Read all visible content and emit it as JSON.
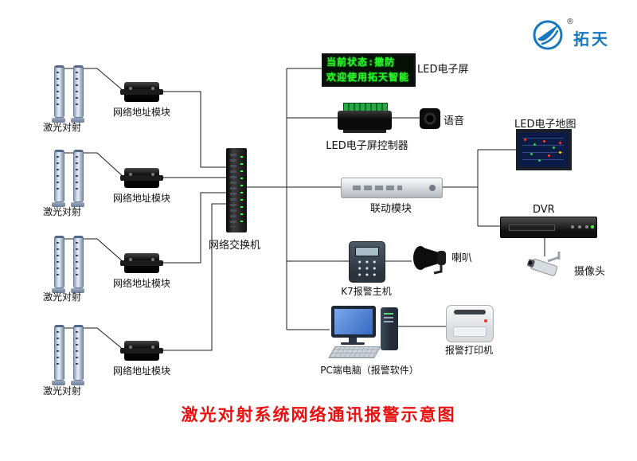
{
  "logo": {
    "brand": "拓天",
    "registered": "®"
  },
  "diagram_title": "激光对射系统网络通讯报警示意图",
  "led_screen": {
    "line1": "当前状态:撤防",
    "line2": "欢迎使用拓天智能"
  },
  "labels": {
    "led_screen": "LED电子屏",
    "controller": "LED电子屏控制器",
    "voice": "语音",
    "linkage": "联动模块",
    "led_map": "LED电子地图",
    "dvr": "DVR",
    "camera": "摄像头",
    "k7": "K7报警主机",
    "horn": "喇叭",
    "pc": "PC端电脑（报警软件）",
    "printer": "报警打印机",
    "switch": "网络交换机"
  },
  "groups": [
    {
      "laser": "激光对射",
      "module": "网络地址模块"
    },
    {
      "laser": "激光对射",
      "module": "网络地址模块"
    },
    {
      "laser": "激光对射",
      "module": "网络地址模块"
    },
    {
      "laser": "激光对射",
      "module": "网络地址模块"
    }
  ],
  "colors": {
    "title_red": "#e8110f",
    "led_green": "#2df52d",
    "brand_blue": "#1878be",
    "line_black": "#000000"
  }
}
